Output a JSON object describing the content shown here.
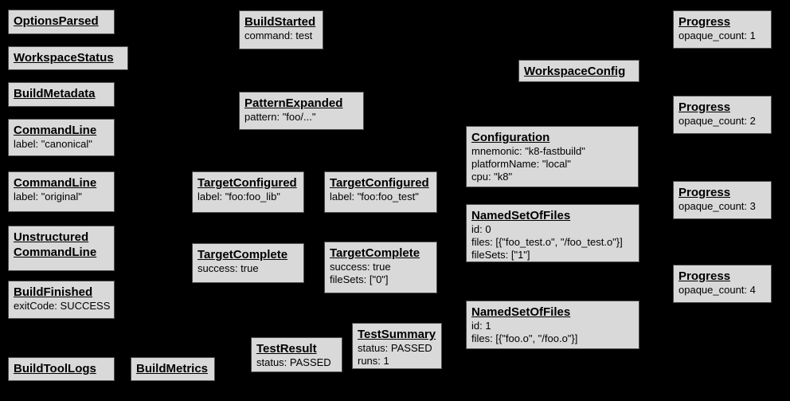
{
  "canvas": {
    "background_color": "#000000",
    "node_fill_color": "#d9d9d9",
    "node_border_color": "#4d4d4d",
    "text_color": "#000000"
  },
  "nodes": [
    {
      "title": "OptionsParsed",
      "body": []
    },
    {
      "title": "WorkspaceStatus",
      "body": []
    },
    {
      "title": "BuildMetadata",
      "body": []
    },
    {
      "title": "CommandLine",
      "body": [
        "label: \"canonical\""
      ]
    },
    {
      "title": "CommandLine",
      "body": [
        "label: \"original\""
      ]
    },
    {
      "title": "Unstructured\nCommandLine",
      "body": []
    },
    {
      "title": "BuildFinished",
      "body": [
        "exitCode: SUCCESS"
      ]
    },
    {
      "title": "BuildToolLogs",
      "body": []
    },
    {
      "title": "BuildMetrics",
      "body": []
    },
    {
      "title": "BuildStarted",
      "body": [
        "command: test"
      ]
    },
    {
      "title": "PatternExpanded",
      "body": [
        "pattern: \"foo/...\""
      ]
    },
    {
      "title": "TargetConfigured",
      "body": [
        "label: \"foo:foo_lib\""
      ]
    },
    {
      "title": "TargetConfigured",
      "body": [
        "label: \"foo:foo_test\""
      ]
    },
    {
      "title": "TargetComplete",
      "body": [
        "success: true"
      ]
    },
    {
      "title": "TargetComplete",
      "body": [
        "success: true",
        "fileSets: [\"0\"]"
      ]
    },
    {
      "title": "TestResult",
      "body": [
        "status: PASSED"
      ]
    },
    {
      "title": "TestSummary",
      "body": [
        "status: PASSED",
        "runs: 1"
      ]
    },
    {
      "title": "WorkspaceConfig",
      "body": []
    },
    {
      "title": "Configuration",
      "body": [
        "mnemonic: \"k8-fastbuild\"",
        "platformName: \"local\"",
        "cpu: \"k8\""
      ]
    },
    {
      "title": "NamedSetOfFiles",
      "body": [
        "id: 0",
        "files: [{\"foo_test.o\", \"/foo_test.o\"}]",
        "fileSets: [\"1\"]"
      ]
    },
    {
      "title": "NamedSetOfFiles",
      "body": [
        "id: 1",
        "files: [{\"foo.o\", \"/foo.o\"}]"
      ]
    },
    {
      "title": "Progress",
      "body": [
        "opaque_count: 1"
      ]
    },
    {
      "title": "Progress",
      "body": [
        "opaque_count: 2"
      ]
    },
    {
      "title": "Progress",
      "body": [
        "opaque_count: 3"
      ]
    },
    {
      "title": "Progress",
      "body": [
        "opaque_count: 4"
      ]
    }
  ]
}
